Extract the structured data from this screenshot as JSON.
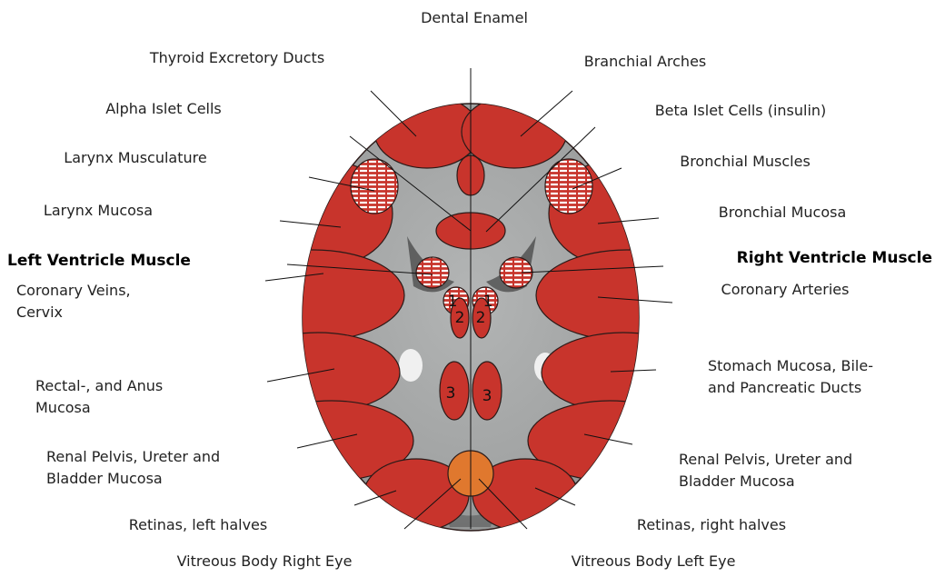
{
  "colors": {
    "organ_red": "#c8342c",
    "organ_outline": "#2b1a18",
    "brain_gray": "#9ea0a0",
    "orange_body": "#e0782e",
    "white_stripe": "#ffffff",
    "line": "#111111"
  },
  "labels": {
    "dental_enamel": "Dental Enamel",
    "thyroid_ducts": "Thyroid Excretory Ducts",
    "branchial_arches": "Branchial Arches",
    "alpha_islet": "Alpha Islet Cells",
    "beta_islet": "Beta Islet Cells (insulin)",
    "larynx_muscle": "Larynx Musculature",
    "bronchial_muscles": "Bronchial Muscles",
    "larynx_mucosa": "Larynx Mucosa",
    "bronchial_mucosa": "Bronchial Mucosa",
    "left_ventricle": "Left Ventricle Muscle",
    "right_ventricle": "Right Ventricle Muscle",
    "coronary_veins_1": "Coronary Veins,",
    "coronary_veins_2": "Cervix",
    "coronary_arteries": "Coronary Arteries",
    "rectal_1": "Rectal-, and Anus",
    "rectal_2": "Mucosa",
    "stomach_1": "Stomach Mucosa, Bile-",
    "stomach_2": "and Pancreatic Ducts",
    "renal_left_1": "Renal Pelvis, Ureter and",
    "renal_left_2": "Bladder Mucosa",
    "renal_right_1": "Renal Pelvis, Ureter and",
    "renal_right_2": "Bladder Mucosa",
    "retinas_left": "Retinas, left halves",
    "retinas_right": "Retinas, right halves",
    "vitreous_right": "Vitreous Body Right Eye",
    "vitreous_left": "Vitreous Body Left Eye"
  },
  "numbers": {
    "one": "1",
    "two": "2",
    "three": "3"
  }
}
